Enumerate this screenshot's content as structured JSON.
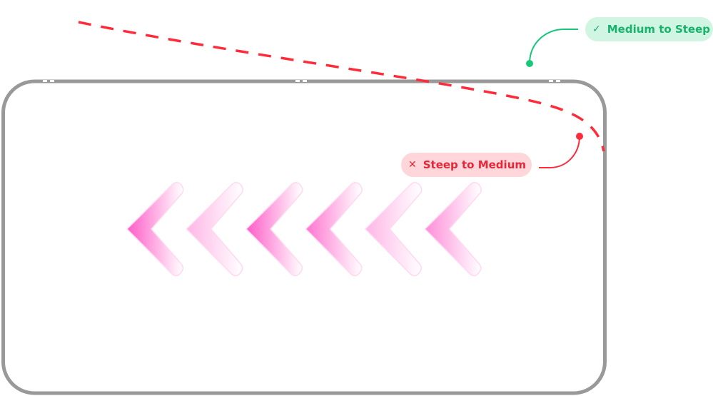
{
  "labels": {
    "good": {
      "text": "Medium to Steep",
      "icon": "check-icon"
    },
    "bad": {
      "text": "Steep to Medium",
      "icon": "cross-icon"
    }
  },
  "chevrons": [
    {
      "intensity": 1.0
    },
    {
      "intensity": 0.45
    },
    {
      "intensity": 1.0
    },
    {
      "intensity": 0.85
    },
    {
      "intensity": 0.45
    },
    {
      "intensity": 0.7
    }
  ],
  "colors": {
    "frame": "#999999",
    "curve": "#ff2a3a",
    "good": "#17c77a",
    "bad": "#ff2a3a",
    "chevron": "#ff5cc8"
  }
}
